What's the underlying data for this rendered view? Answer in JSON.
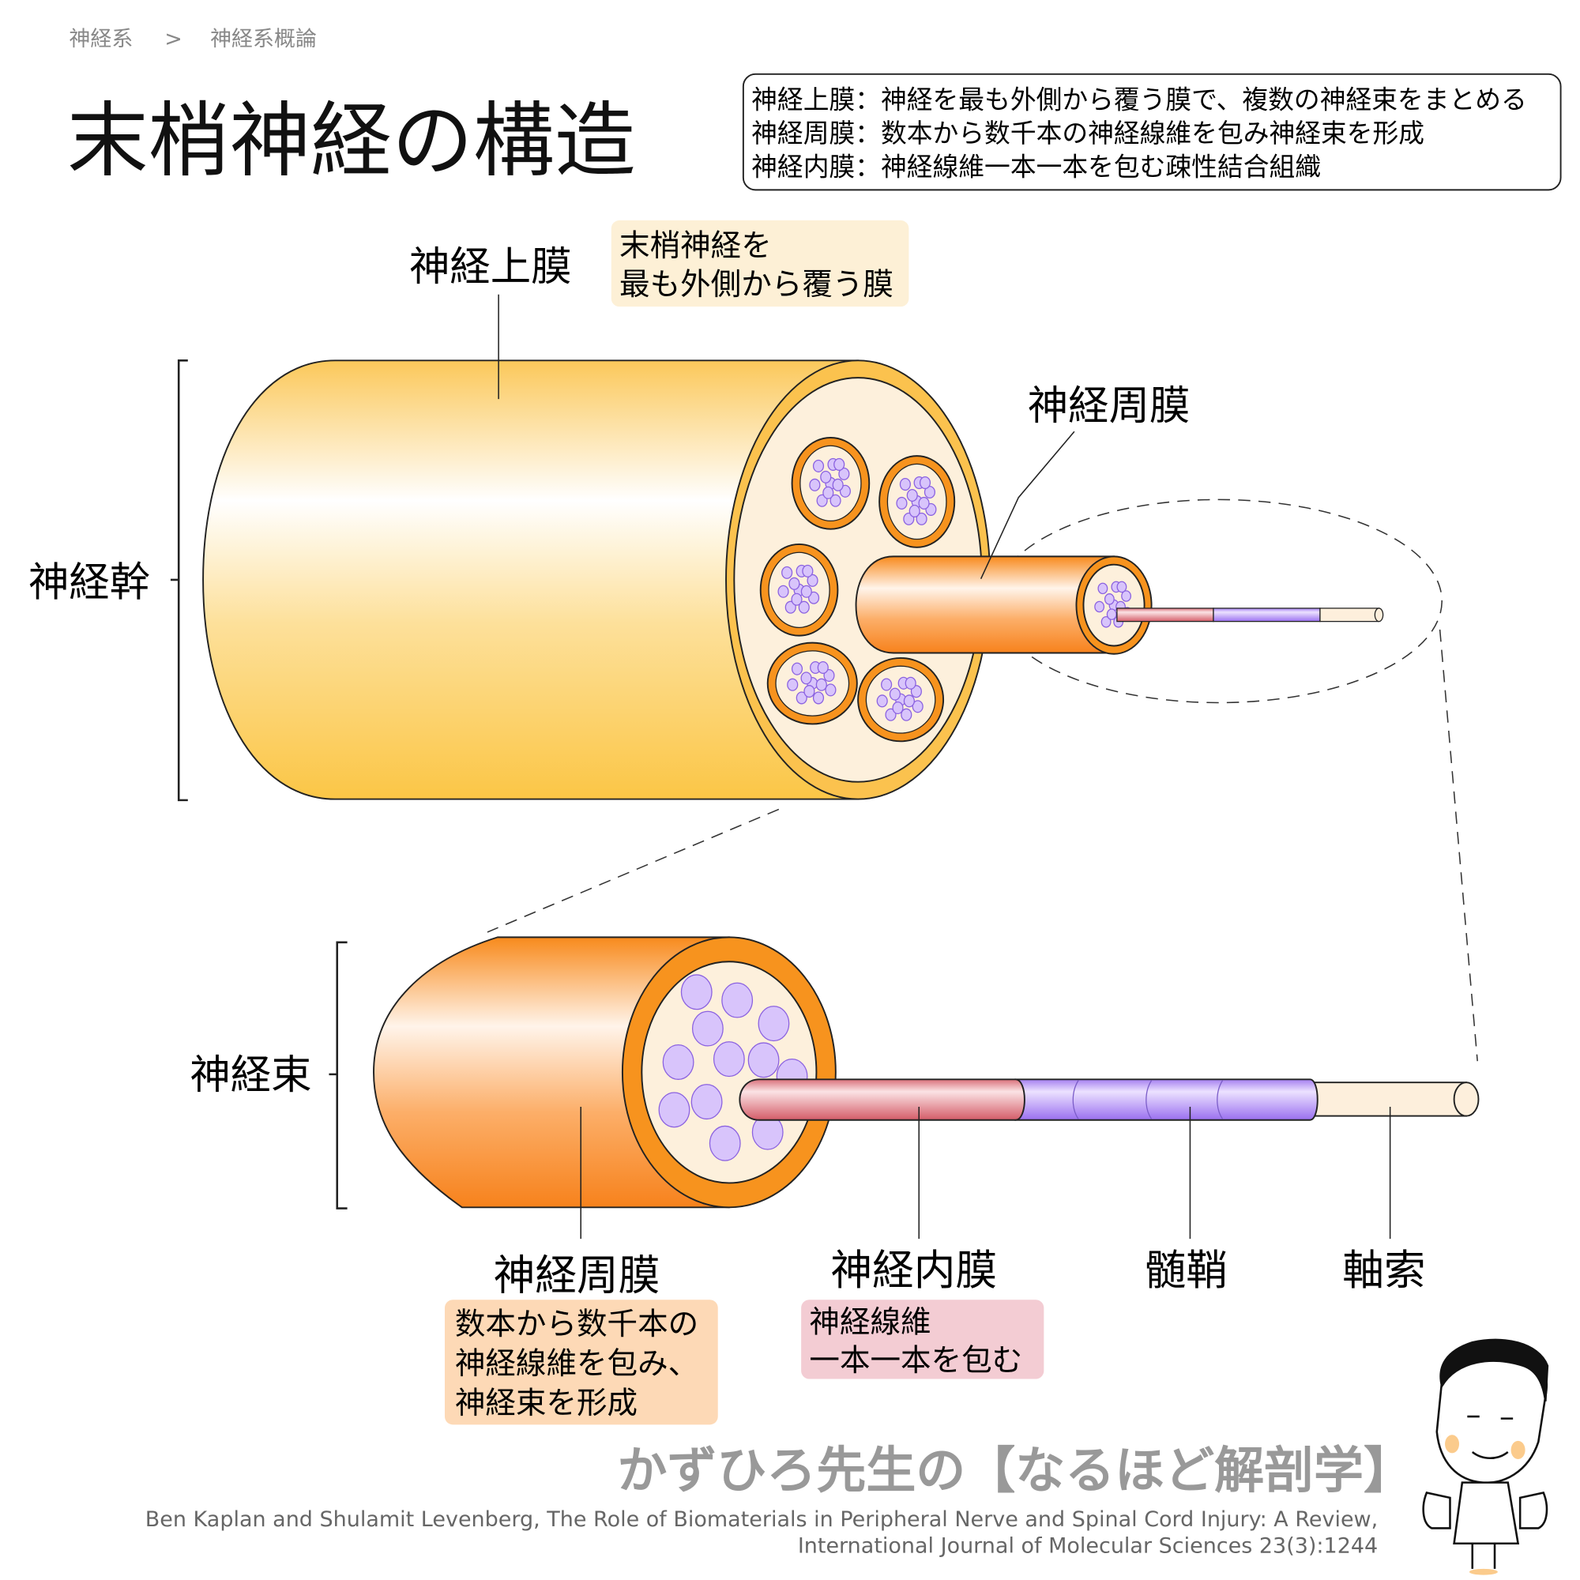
{
  "breadcrumb": {
    "parent": "神経系",
    "separator": ">",
    "current": "神経系概論"
  },
  "title": "末梢神経の構造",
  "info_box": [
    "神経上膜：神経を最も外側から覆う膜で、複数の神経束をまとめる",
    "神経周膜：数本から数千本の神経線維を包み神経束を形成",
    "神経内膜：神経線維一本一本を包む疎性結合組織"
  ],
  "labels": {
    "epineurium": "神経上膜",
    "perineurium_top": "神経周膜",
    "nerve_trunk": "神経幹",
    "fascicle": "神経束",
    "perineurium": "神経周膜",
    "endoneurium": "神経内膜",
    "myelin": "髄鞘",
    "axon": "軸索"
  },
  "callouts": {
    "epineurium": [
      "末梢神経を",
      "最も外側から覆う膜"
    ],
    "perineurium": [
      "数本から数千本の",
      "神経線維を包み、",
      "神経束を形成"
    ],
    "endoneurium": [
      "神経線維",
      "一本一本を包む"
    ]
  },
  "footer": {
    "brand": "かずひろ先生の【なるほど解剖学】",
    "citation_line1": "Ben Kaplan and Shulamit Levenberg, The Role of Biomaterials in Peripheral Nerve and Spinal Cord Injury: A Review,",
    "citation_line2": "International Journal of Molecular Sciences 23(3):1244"
  },
  "colors": {
    "epineurium": "#fbc64e",
    "perineurium": "#f7931e",
    "endoneurium_fiber": "#d9707a",
    "myelin": "#a57ff0",
    "axon": "#fdefdc",
    "callout_yellow": "#fdf0d6",
    "callout_orange": "#fdd9b6",
    "callout_pink": "#f3ccd3"
  }
}
